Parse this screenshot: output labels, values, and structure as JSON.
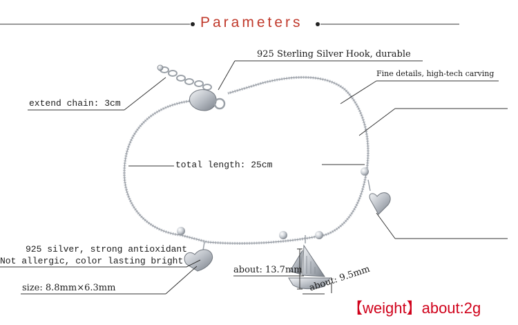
{
  "header": {
    "title": "Parameters"
  },
  "callouts": {
    "hook": "925 Sterling Silver Hook, durable",
    "carving": "Fine details, high-tech carving",
    "extend_chain": "extend chain: 3cm",
    "total_length": "total length: 25cm",
    "silver_line1": "925 silver, strong antioxidant",
    "silver_line2": "Not allergic, color lasting bright",
    "size": "size: 8.8mm×6.3mm",
    "about_height": "about: 13.7mm",
    "about_width": "about: 9.5mm"
  },
  "weight": {
    "text": "【weight】about:2g"
  },
  "colors": {
    "title_red": "#c0392b",
    "weight_red": "#d0021b",
    "silver": "#b8bcc2",
    "line": "#333333"
  }
}
